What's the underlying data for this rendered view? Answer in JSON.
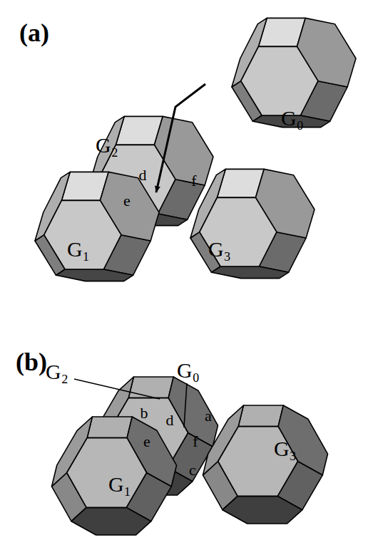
{
  "diagram": {
    "labels": [
      "(a)",
      "G₀",
      "G₂",
      "d",
      "e",
      "f",
      "G₁",
      "G₃",
      "(b)",
      "G₂",
      "G₀",
      "b",
      "d",
      "a",
      "e",
      "f",
      "c",
      "G₁",
      "G₃"
    ]
  }
}
